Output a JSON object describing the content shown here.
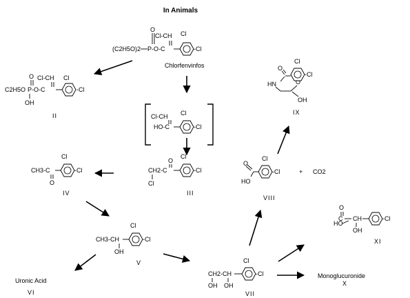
{
  "title": "In Animals",
  "compounds": {
    "chlorfenvinfos": {
      "name": "Chlorfenvinfos",
      "ethyl_group": "(C2H5O)2",
      "p": "P",
      "o_top": "O",
      "linker": "-O-C",
      "cl_vinyl": "Cl-CH",
      "cl_ring_top": "Cl",
      "cl_ring_right": "-Cl"
    },
    "ii": {
      "roman": "II",
      "ethyl_group": "C2H5O",
      "p": "P",
      "o_top": "O",
      "linker": "-O-C",
      "oh": "OH",
      "cl_vinyl": "Cl-CH",
      "cl_ring_top": "Cl",
      "cl_ring_right": "-Cl"
    },
    "intermediate": {
      "cl_vinyl": "Cl-CH",
      "ho": "HO-C",
      "cl_ring_top": "Cl",
      "cl_ring_right": "-Cl"
    },
    "iii": {
      "roman": "III",
      "ch2": "CH2-C",
      "o": "O",
      "cl_bottom": "Cl",
      "cl_ring_top": "Cl",
      "cl_ring_right": "-Cl"
    },
    "iv": {
      "roman": "IV",
      "ch3": "CH3-C",
      "o": "O",
      "cl_ring_top": "Cl",
      "cl_ring_right": "-Cl"
    },
    "v": {
      "roman": "V",
      "ch3": "CH3-CH",
      "oh": "OH",
      "cl_ring_top": "Cl",
      "cl_ring_right": "-Cl"
    },
    "vi": {
      "roman": "VI",
      "name": "Uronic Acid"
    },
    "vii": {
      "roman": "VII",
      "ch2": "CH2-CH",
      "oh_left": "OH",
      "oh_right": "OH",
      "cl_ring_top": "Cl",
      "cl_ring_right": "-Cl"
    },
    "viii": {
      "roman": "VIII",
      "o": "O",
      "ho": "HO",
      "cl_ring_top": "Cl",
      "cl_ring_right": "-Cl",
      "plus": "+",
      "co2": "CO2"
    },
    "ix": {
      "roman": "IX",
      "o": "O",
      "hn": "HN",
      "o2": "O",
      "oh": "OH",
      "cl_ring_top": "Cl",
      "cl_ring_right": "-Cl"
    },
    "x": {
      "roman": "X",
      "name": "Monoglucuronide"
    },
    "xi": {
      "roman": "XI",
      "o": "O",
      "ho": "HO",
      "oh": "OH",
      "c": "C",
      "ch": "CH",
      "cl_ring_right": "-Cl"
    }
  }
}
